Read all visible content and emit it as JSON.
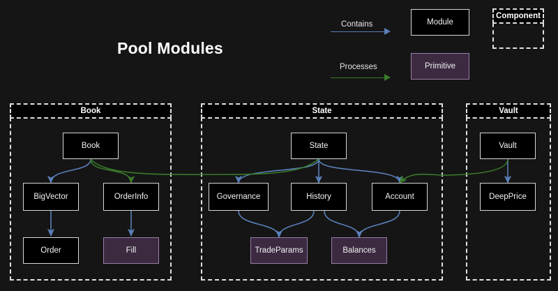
{
  "diagram": {
    "title": "Pool Modules",
    "background_color": "#151515"
  },
  "legend": {
    "contains_label": "Contains",
    "contains_color": "#5a7fb8",
    "processes_label": "Processes",
    "processes_color": "#3a7a2a",
    "module_sample": "Module",
    "primitive_sample": "Primitive",
    "component_sample": "Component",
    "module_fill": "#000000",
    "module_border": "#d8d8d8",
    "primitive_fill": "#3b2a40",
    "primitive_border": "#9b7caa"
  },
  "groups": [
    {
      "label": "Book",
      "nodes": [
        "Book",
        "BigVector",
        "OrderInfo",
        "Order",
        "Fill"
      ]
    },
    {
      "label": "State",
      "nodes": [
        "State",
        "Governance",
        "History",
        "Account",
        "TradeParams",
        "Balances"
      ]
    },
    {
      "label": "Vault",
      "nodes": [
        "Vault",
        "DeepPrice"
      ]
    }
  ],
  "nodes": {
    "book": {
      "label": "Book",
      "type": "module"
    },
    "bigvector": {
      "label": "BigVector",
      "type": "module"
    },
    "orderinfo": {
      "label": "OrderInfo",
      "type": "module"
    },
    "order": {
      "label": "Order",
      "type": "module"
    },
    "fill": {
      "label": "Fill",
      "type": "primitive"
    },
    "state": {
      "label": "State",
      "type": "module"
    },
    "governance": {
      "label": "Governance",
      "type": "module"
    },
    "history": {
      "label": "History",
      "type": "module"
    },
    "account": {
      "label": "Account",
      "type": "module"
    },
    "tradeparams": {
      "label": "TradeParams",
      "type": "primitive"
    },
    "balances": {
      "label": "Balances",
      "type": "primitive"
    },
    "vault": {
      "label": "Vault",
      "type": "module"
    },
    "deepprice": {
      "label": "DeepPrice",
      "type": "module"
    }
  },
  "edges": [
    {
      "from": "Book",
      "to": "BigVector",
      "kind": "contains"
    },
    {
      "from": "BigVector",
      "to": "Order",
      "kind": "contains"
    },
    {
      "from": "OrderInfo",
      "to": "Fill",
      "kind": "contains"
    },
    {
      "from": "Book",
      "to": "OrderInfo",
      "kind": "processes"
    },
    {
      "from": "Book",
      "to": "State",
      "kind": "processes"
    },
    {
      "from": "State",
      "to": "Governance",
      "kind": "contains"
    },
    {
      "from": "State",
      "to": "History",
      "kind": "contains"
    },
    {
      "from": "State",
      "to": "Account",
      "kind": "contains"
    },
    {
      "from": "Governance",
      "to": "TradeParams",
      "kind": "contains"
    },
    {
      "from": "History",
      "to": "TradeParams",
      "kind": "contains"
    },
    {
      "from": "History",
      "to": "Balances",
      "kind": "contains"
    },
    {
      "from": "Account",
      "to": "Balances",
      "kind": "contains"
    },
    {
      "from": "Vault",
      "to": "Account",
      "kind": "processes"
    },
    {
      "from": "Vault",
      "to": "DeepPrice",
      "kind": "contains"
    }
  ]
}
